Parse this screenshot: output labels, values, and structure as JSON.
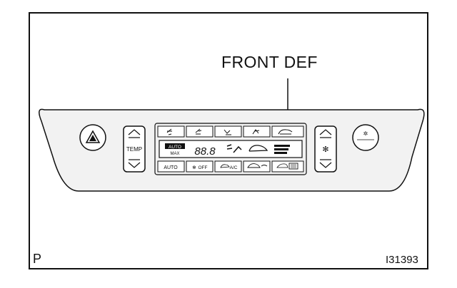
{
  "callout": {
    "label": "FRONT DEF"
  },
  "panel": {
    "temp_label": "TEMP",
    "top_row_icons": [
      "face-vent-icon",
      "bi-level-vent-icon",
      "foot-vent-icon",
      "foot-defrost-icon",
      "front-defroster-icon"
    ],
    "display": {
      "mode_badge": "AUTO",
      "mode_sub": "MAX",
      "digits": "88.8"
    },
    "bottom_row": {
      "auto": "AUTO",
      "off": "OFF",
      "ac": "A/C"
    }
  },
  "codes": {
    "left": "P",
    "right": "I31393"
  },
  "colors": {
    "line": "#111111",
    "panel_bg": "#f2f2f2",
    "button_bg": "#ffffff"
  }
}
